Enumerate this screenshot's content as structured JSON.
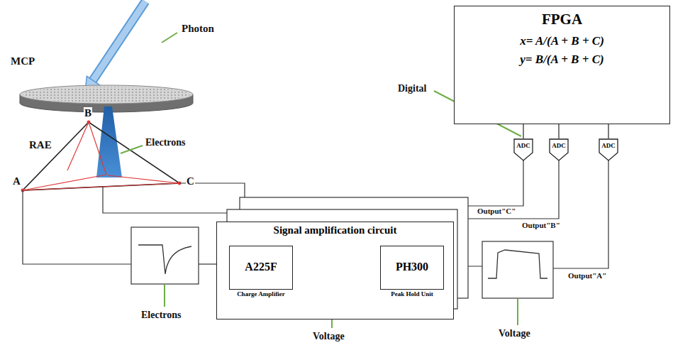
{
  "diagram": {
    "nodes": [
      {
        "text": [
          "FPGA",
          "x= A/(A + B + C)",
          "y= B/(A + B + C)"
        ]
      },
      {
        "text": [
          "ADC"
        ]
      },
      {
        "text": [
          "ADC"
        ]
      },
      {
        "text": [
          "ADC"
        ]
      },
      {
        "text": [
          "Signal amplification circuit"
        ]
      },
      {
        "text": [
          "A225F",
          "Charge Amplifier"
        ],
        "in": 4
      },
      {
        "text": [
          "PH300",
          "Peak Hold Unit"
        ],
        "in": 4
      }
    ],
    "edges": [
      {
        "from": 1,
        "to": 0,
        "arrow": "none"
      },
      {
        "from": 2,
        "to": 0,
        "arrow": "none"
      },
      {
        "from": 3,
        "to": 0,
        "arrow": "none"
      }
    ],
    "labels": [
      "Photon",
      "MCP",
      "Electrons",
      "RAE",
      "A",
      "B",
      "C",
      "Electrons",
      "Voltage",
      "Voltage",
      "Digital",
      "Output\"C\"",
      "Output\"B\"",
      "Output\"A\""
    ]
  }
}
